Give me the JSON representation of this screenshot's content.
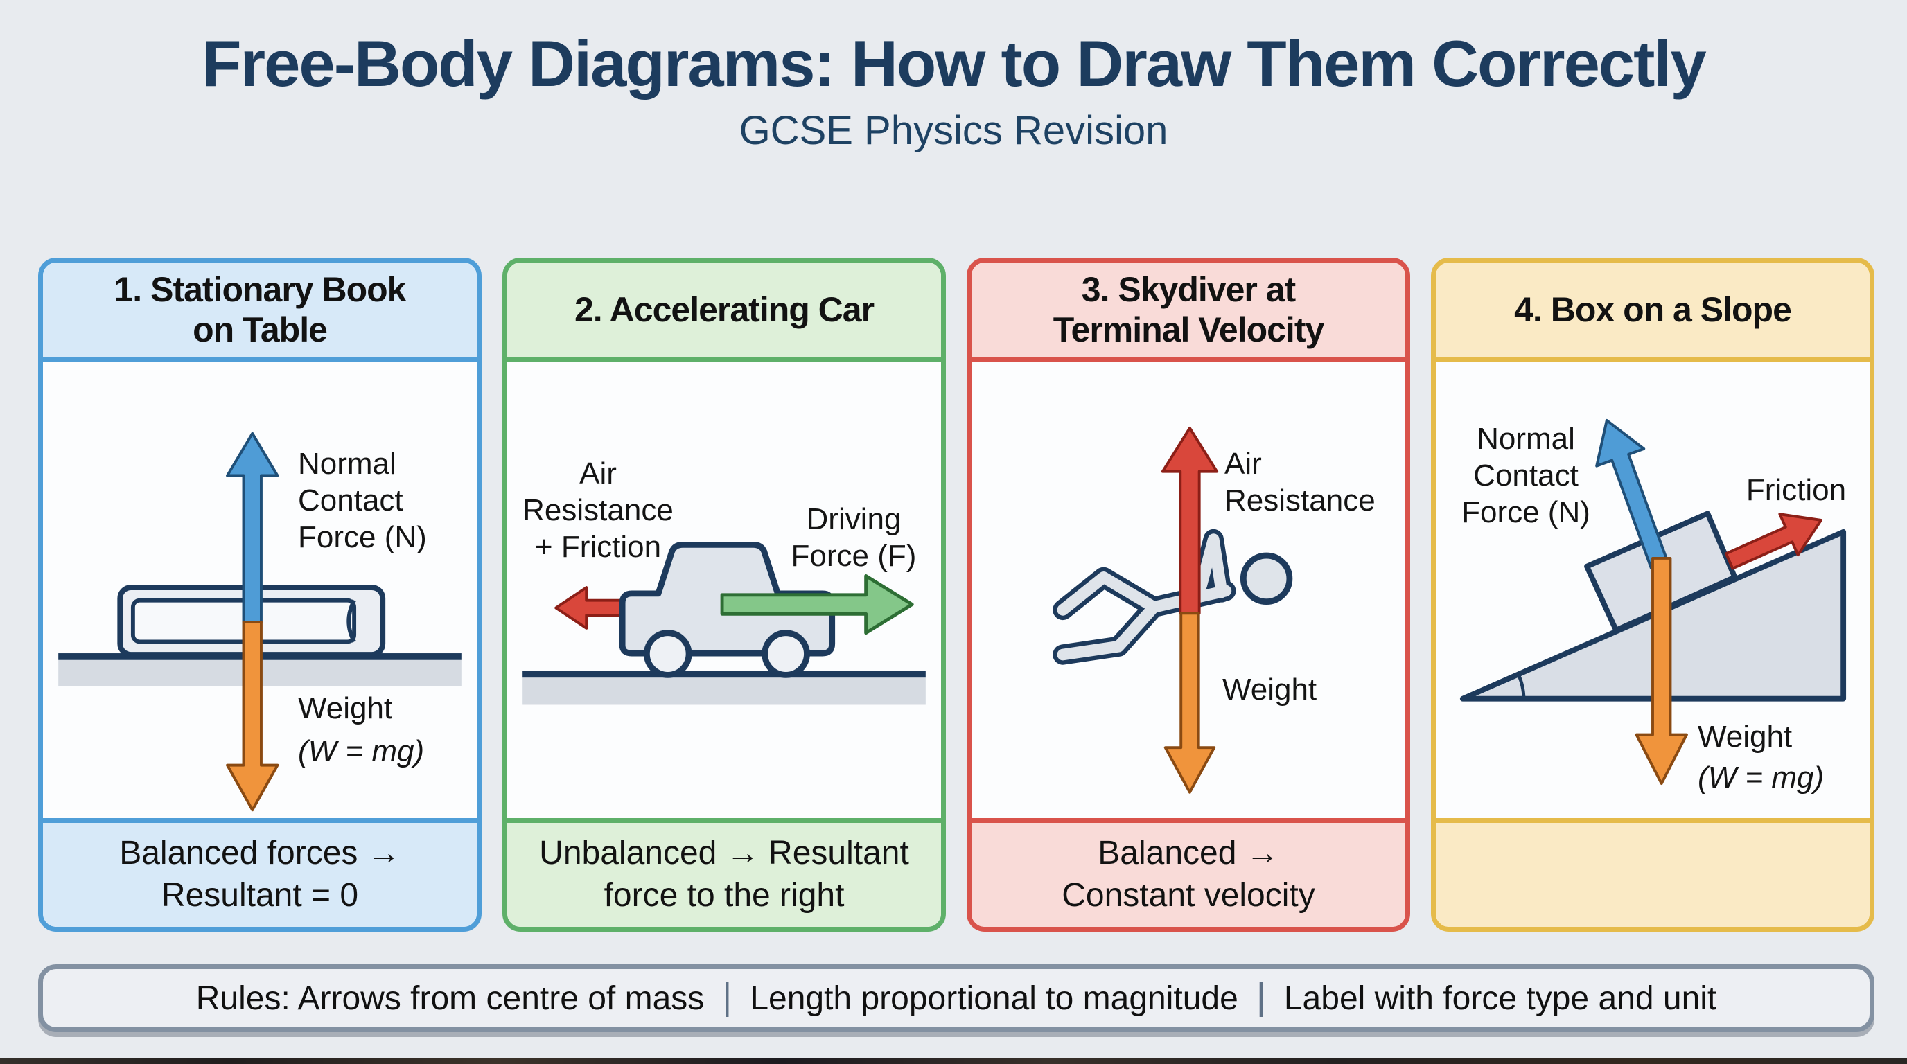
{
  "header": {
    "title": "Free-Body Diagrams: How to Draw Them Correctly",
    "subtitle": "GCSE Physics Revision"
  },
  "panels": [
    {
      "header_line1": "1. Stationary Book",
      "header_line2": "on Table",
      "force_up_line1": "Normal",
      "force_up_line2": "Contact",
      "force_up_line3": "Force (N)",
      "weight_label": "Weight",
      "weight_formula": "(W = mg)",
      "footer_line1": "Balanced forces →",
      "footer_line2": "Resultant = 0",
      "colors": {
        "accent": "#4f9ed8",
        "header_bg": "#d7e9f8",
        "arrow_up": "#4f9cd6",
        "arrow_down": "#f0943c"
      }
    },
    {
      "header_line1": "2. Accelerating Car",
      "header_line2": "",
      "left_force_line1": "Air",
      "left_force_line2": "Resistance",
      "left_force_line3": "+ Friction",
      "right_force_line1": "Driving",
      "right_force_line2": "Force (F)",
      "footer_line1": "Unbalanced → Resultant",
      "footer_line2": "force to the right",
      "colors": {
        "accent": "#5eb069",
        "header_bg": "#def0d9",
        "arrow_left": "#d9473b",
        "arrow_right": "#84c789"
      }
    },
    {
      "header_line1": "3. Skydiver at",
      "header_line2": "Terminal Velocity",
      "force_up_line1": "Air",
      "force_up_line2": "Resistance",
      "weight_label": "Weight",
      "footer_line1": "Balanced →",
      "footer_line2": "Constant velocity",
      "colors": {
        "accent": "#d9534b",
        "header_bg": "#f9dbd8",
        "arrow_up": "#d9473b",
        "arrow_down": "#f0943c"
      }
    },
    {
      "header_line1": "4. Box on a Slope",
      "header_line2": "",
      "normal_line1": "Normal",
      "normal_line2": "Contact",
      "normal_line3": "Force (N)",
      "friction_label": "Friction",
      "weight_label": "Weight",
      "weight_formula": "(W = mg)",
      "footer_line1": "",
      "footer_line2": "",
      "colors": {
        "accent": "#e5bb4a",
        "header_bg": "#faeac5",
        "arrow_normal": "#4f9cd6",
        "arrow_friction": "#d9473b",
        "arrow_weight": "#f0943c"
      }
    }
  ],
  "rules_bar": {
    "segment1": "Rules: Arrows from centre of mass",
    "divider": "|",
    "segment2": "Length proportional to magnitude",
    "segment3": "Label with force type and unit"
  }
}
